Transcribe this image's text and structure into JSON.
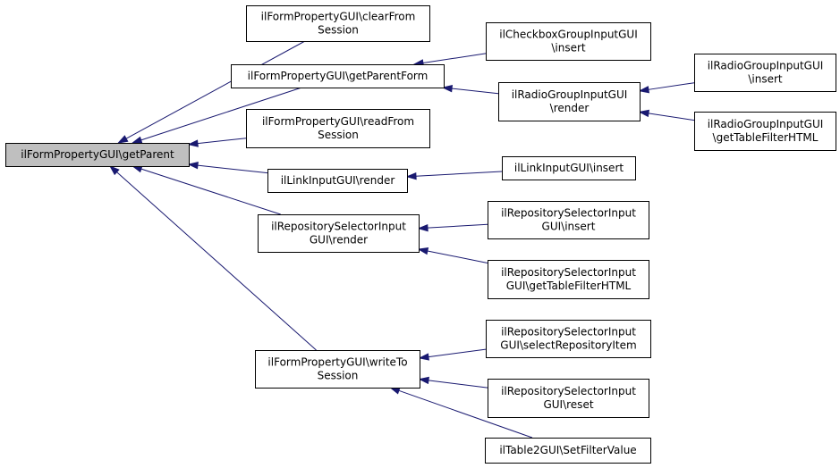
{
  "colors": {
    "edge": "#191970",
    "root_fill": "#bfbfbf",
    "node_fill": "#ffffff",
    "border": "#000000"
  },
  "nodes": [
    {
      "id": "getParent",
      "lines": [
        "ilFormPropertyGUI\\getParent"
      ],
      "root": true
    },
    {
      "id": "clearFromSession",
      "lines": [
        "ilFormPropertyGUI\\clearFrom",
        "Session"
      ]
    },
    {
      "id": "getParentForm",
      "lines": [
        "ilFormPropertyGUI\\getParentForm"
      ]
    },
    {
      "id": "readFromSession",
      "lines": [
        "ilFormPropertyGUI\\readFrom",
        "Session"
      ]
    },
    {
      "id": "linkRender",
      "lines": [
        "ilLinkInputGUI\\render"
      ]
    },
    {
      "id": "repoRender",
      "lines": [
        "ilRepositorySelectorInput",
        "GUI\\render"
      ]
    },
    {
      "id": "writeToSession",
      "lines": [
        "ilFormPropertyGUI\\writeTo",
        "Session"
      ]
    },
    {
      "id": "checkboxInsert",
      "lines": [
        "ilCheckboxGroupInputGUI",
        "\\insert"
      ]
    },
    {
      "id": "radioRender",
      "lines": [
        "ilRadioGroupInputGUI",
        "\\render"
      ]
    },
    {
      "id": "linkInsert",
      "lines": [
        "ilLinkInputGUI\\insert"
      ]
    },
    {
      "id": "repoInsert",
      "lines": [
        "ilRepositorySelectorInput",
        "GUI\\insert"
      ]
    },
    {
      "id": "repoTableFilter",
      "lines": [
        "ilRepositorySelectorInput",
        "GUI\\getTableFilterHTML"
      ]
    },
    {
      "id": "repoSelectItem",
      "lines": [
        "ilRepositorySelectorInput",
        "GUI\\selectRepositoryItem"
      ]
    },
    {
      "id": "repoReset",
      "lines": [
        "ilRepositorySelectorInput",
        "GUI\\reset"
      ]
    },
    {
      "id": "table2SetFilter",
      "lines": [
        "ilTable2GUI\\SetFilterValue"
      ]
    },
    {
      "id": "radioInsert",
      "lines": [
        "ilRadioGroupInputGUI",
        "\\insert"
      ]
    },
    {
      "id": "radioTableFilter",
      "lines": [
        "ilRadioGroupInputGUI",
        "\\getTableFilterHTML"
      ]
    }
  ],
  "edges": [
    {
      "from": "clearFromSession",
      "to": "getParent"
    },
    {
      "from": "getParentForm",
      "to": "getParent"
    },
    {
      "from": "readFromSession",
      "to": "getParent"
    },
    {
      "from": "linkRender",
      "to": "getParent"
    },
    {
      "from": "repoRender",
      "to": "getParent"
    },
    {
      "from": "writeToSession",
      "to": "getParent"
    },
    {
      "from": "checkboxInsert",
      "to": "getParentForm"
    },
    {
      "from": "radioRender",
      "to": "getParentForm"
    },
    {
      "from": "radioInsert",
      "to": "radioRender"
    },
    {
      "from": "radioTableFilter",
      "to": "radioRender"
    },
    {
      "from": "linkInsert",
      "to": "linkRender"
    },
    {
      "from": "repoInsert",
      "to": "repoRender"
    },
    {
      "from": "repoTableFilter",
      "to": "repoRender"
    },
    {
      "from": "repoSelectItem",
      "to": "writeToSession"
    },
    {
      "from": "repoReset",
      "to": "writeToSession"
    },
    {
      "from": "table2SetFilter",
      "to": "writeToSession"
    }
  ]
}
